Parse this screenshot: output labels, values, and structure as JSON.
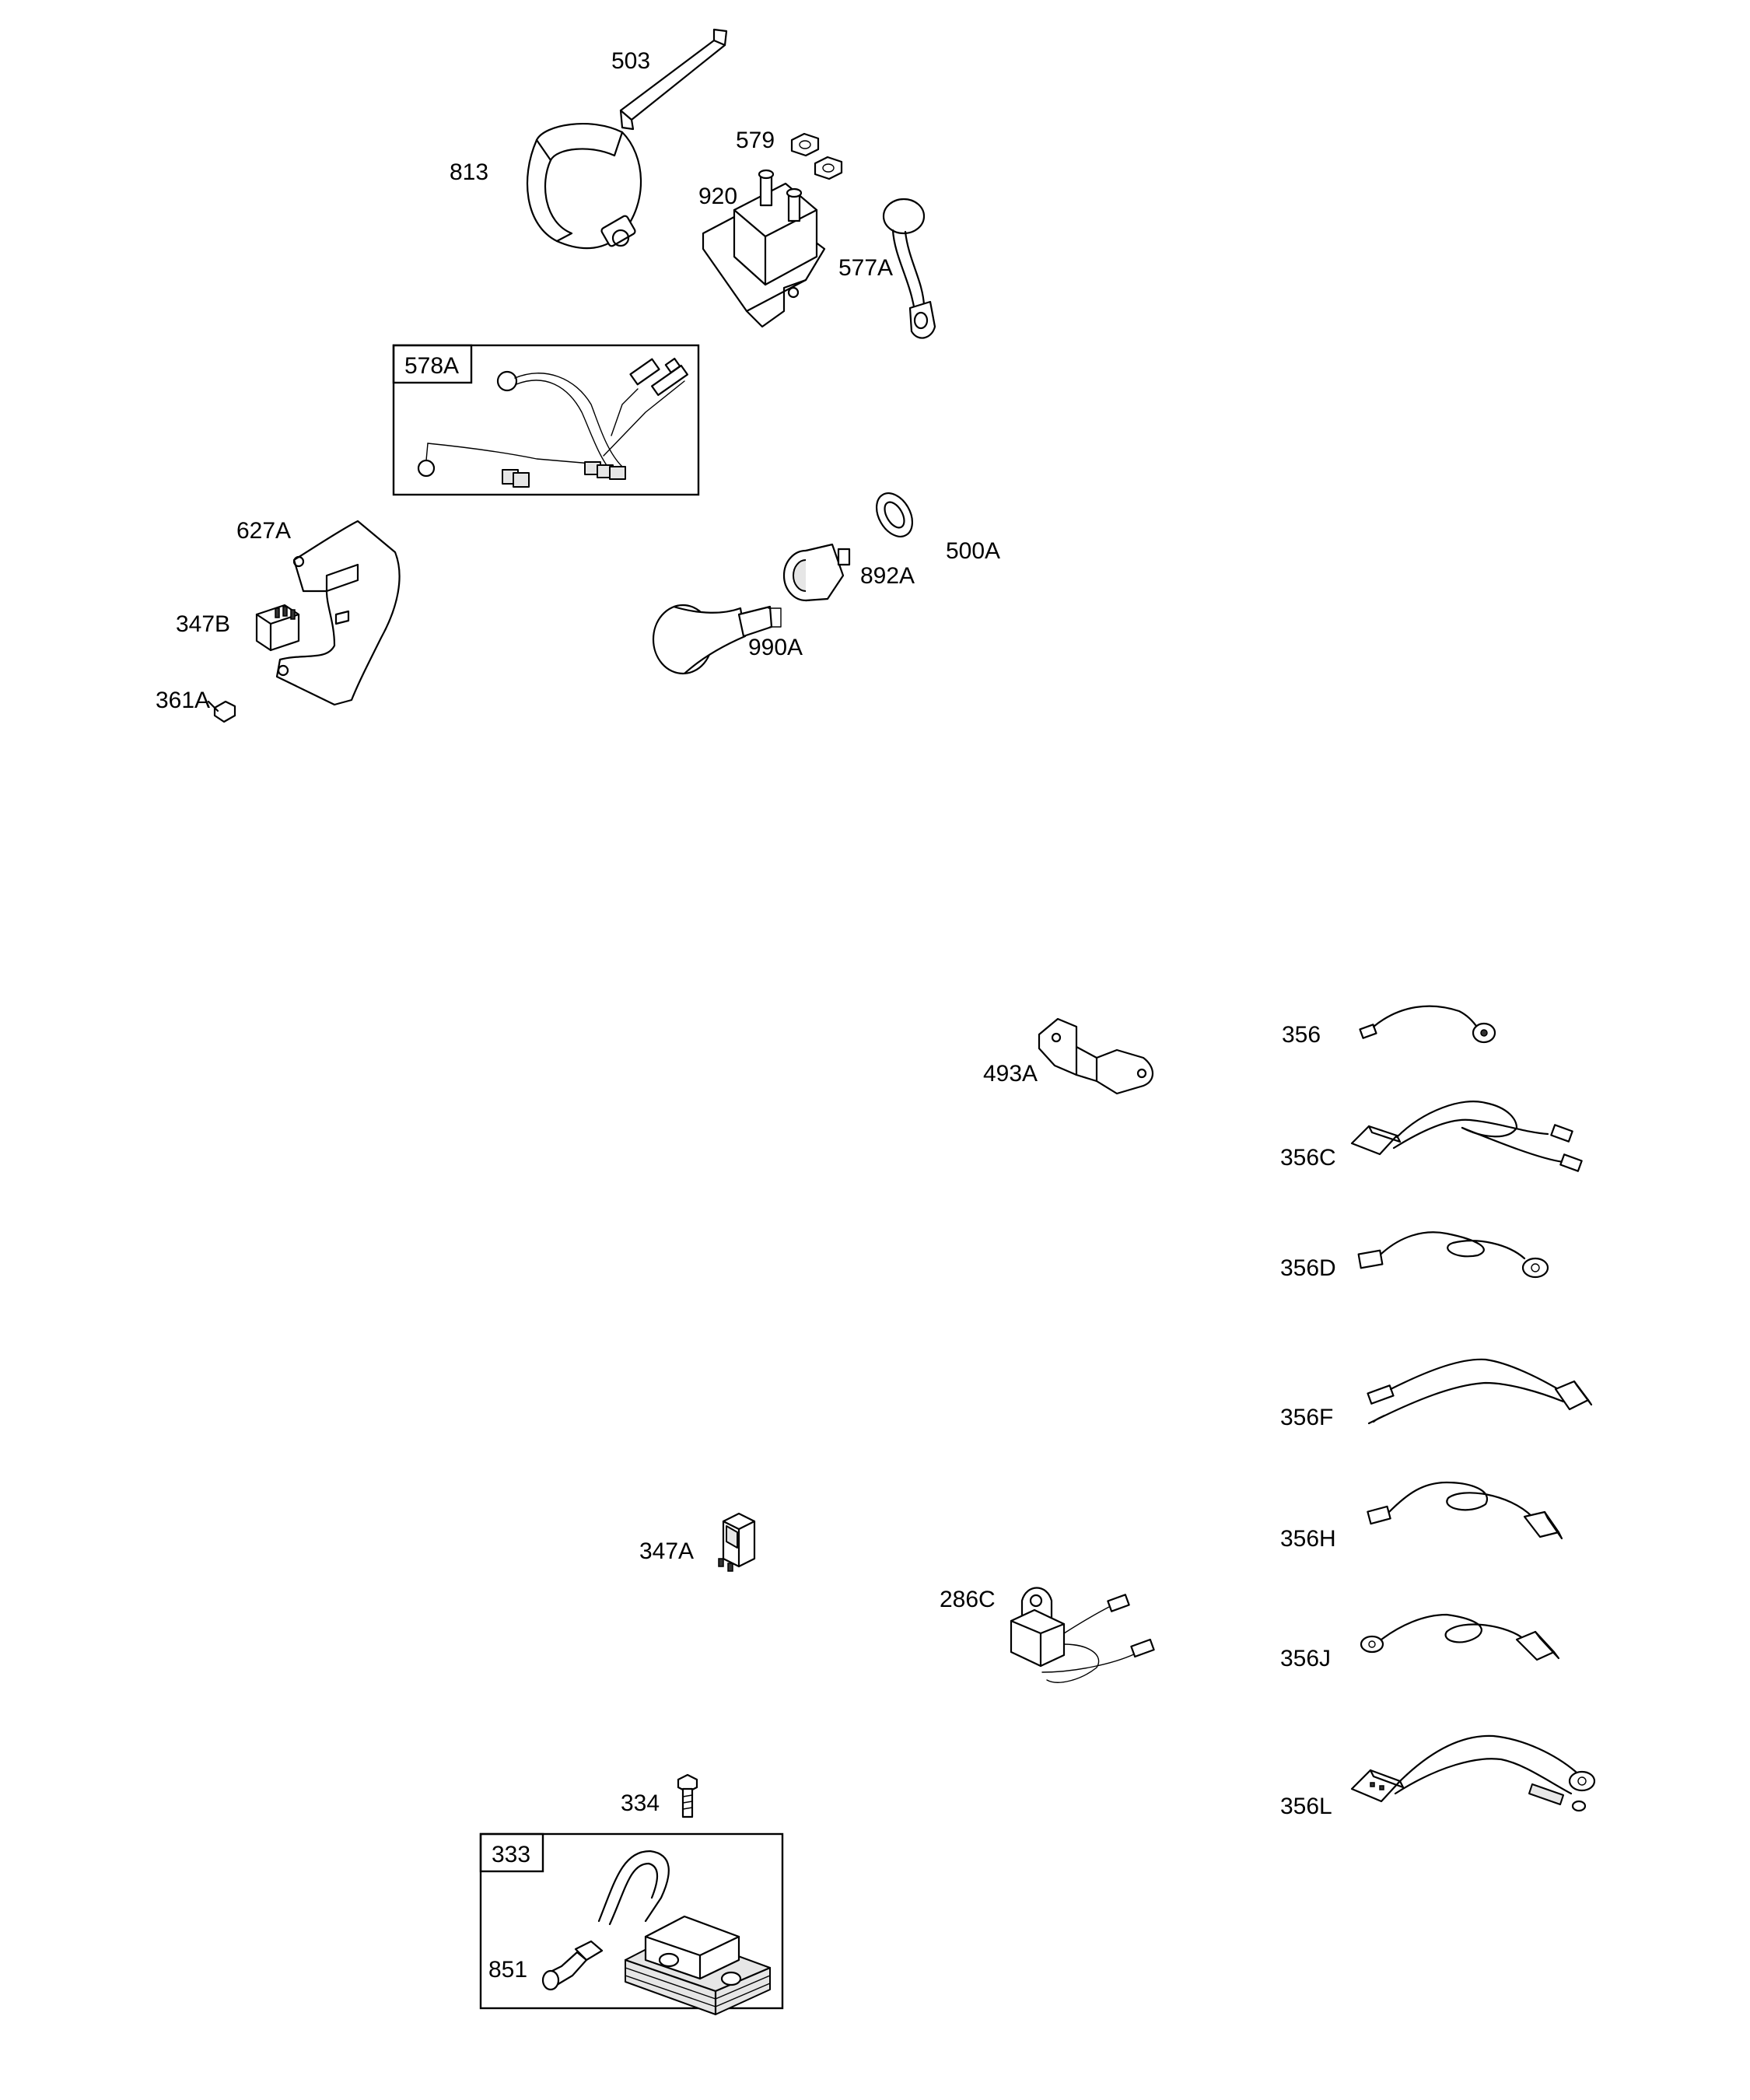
{
  "labels": {
    "p503": "503",
    "p813": "813",
    "p579": "579",
    "p920": "920",
    "p577A": "577A",
    "p578A": "578A",
    "p627A": "627A",
    "p347B": "347B",
    "p361A": "361A",
    "p500A": "500A",
    "p892A": "892A",
    "p990A": "990A",
    "p493A": "493A",
    "p356": "356",
    "p356C": "356C",
    "p356D": "356D",
    "p356F": "356F",
    "p356H": "356H",
    "p356J": "356J",
    "p356L": "356L",
    "p347A": "347A",
    "p286C": "286C",
    "p334": "334",
    "p333": "333",
    "p851": "851"
  }
}
